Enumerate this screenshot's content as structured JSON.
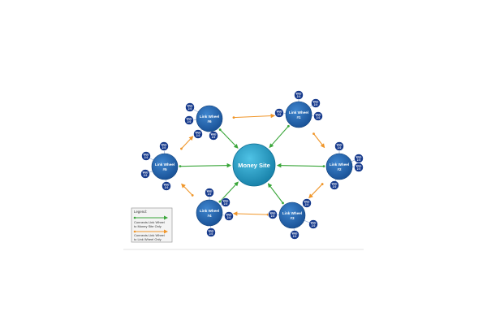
{
  "colors": {
    "hub": "#1b8fb8",
    "wheel": "#1a5fa8",
    "satellite": "#163a8c",
    "green_arrow": "#3aa63a",
    "orange_arrow": "#f0962a"
  },
  "hub": {
    "label": "Money Site"
  },
  "wheels": [
    {
      "id": "w6",
      "line1": "Link Wheel",
      "line2": "#6"
    },
    {
      "id": "w1",
      "line1": "Link Wheel",
      "line2": "#1"
    },
    {
      "id": "w5",
      "line1": "Link Wheel",
      "line2": "#5"
    },
    {
      "id": "w2",
      "line1": "Link Wheel",
      "line2": "#2"
    },
    {
      "id": "w4",
      "line1": "Link Wheel",
      "line2": "#4"
    },
    {
      "id": "w3",
      "line1": "Link Wheel",
      "line2": "#3"
    }
  ],
  "satellite": {
    "line1": "Web",
    "line2": "2.0"
  },
  "legend": {
    "title": "Legend:",
    "green_text_1": "Connects Link Wheel",
    "green_text_2": "to Money Site Only",
    "orange_text_1": "Connects Link Wheel",
    "orange_text_2": "to Link Wheel Only"
  }
}
